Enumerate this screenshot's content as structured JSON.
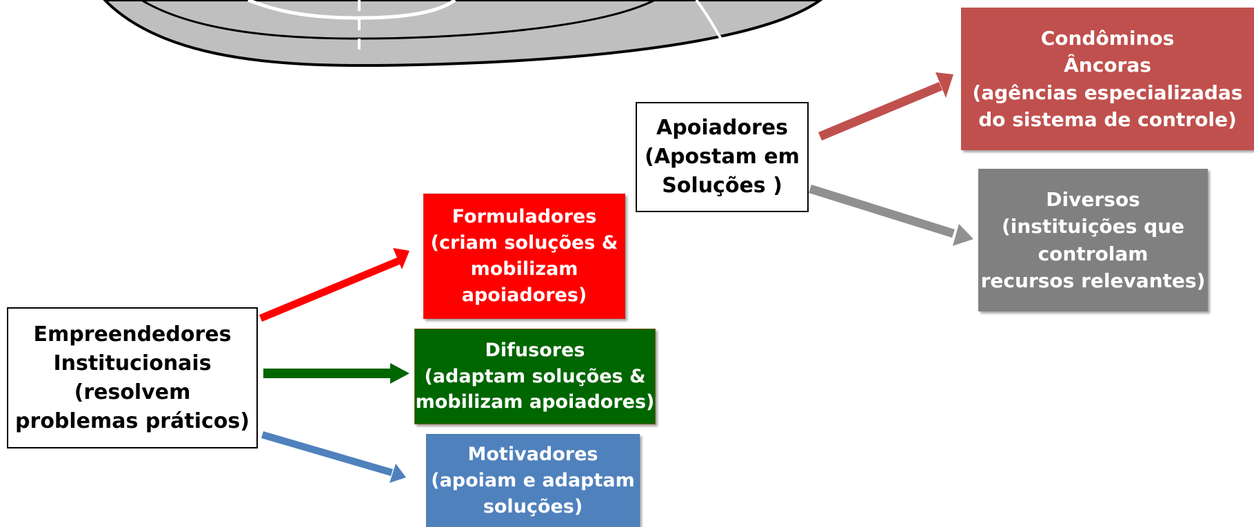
{
  "colors": {
    "formuladores": "#ff0000",
    "difusores": "#006600",
    "motivadores": "#4f81bd",
    "condominos": "#c0504d",
    "diversos": "#808080",
    "ellipse_fill": "#bfbfbf"
  },
  "boxes": {
    "empreendedores": {
      "lines": [
        "Empreendedores",
        "Institucionais",
        "(resolvem",
        "problemas práticos)"
      ]
    },
    "formuladores": {
      "lines": [
        "Formuladores",
        "(criam soluções &",
        "mobilizam",
        "apoiadores)"
      ]
    },
    "difusores": {
      "lines": [
        "Difusores",
        "(adaptam soluções &",
        "mobilizam apoiadores)"
      ]
    },
    "motivadores": {
      "lines": [
        "Motivadores",
        "(apoiam e adaptam",
        "soluções)"
      ]
    },
    "apoiadores": {
      "lines": [
        "Apoiadores",
        "(Apostam em",
        "Soluções )"
      ]
    },
    "condominos": {
      "lines": [
        "Condôminos",
        "Âncoras",
        "(agências especializadas",
        "do sistema de controle)"
      ]
    },
    "diversos": {
      "lines": [
        "Diversos",
        "(instituições que",
        "controlam",
        "recursos relevantes)"
      ]
    }
  }
}
